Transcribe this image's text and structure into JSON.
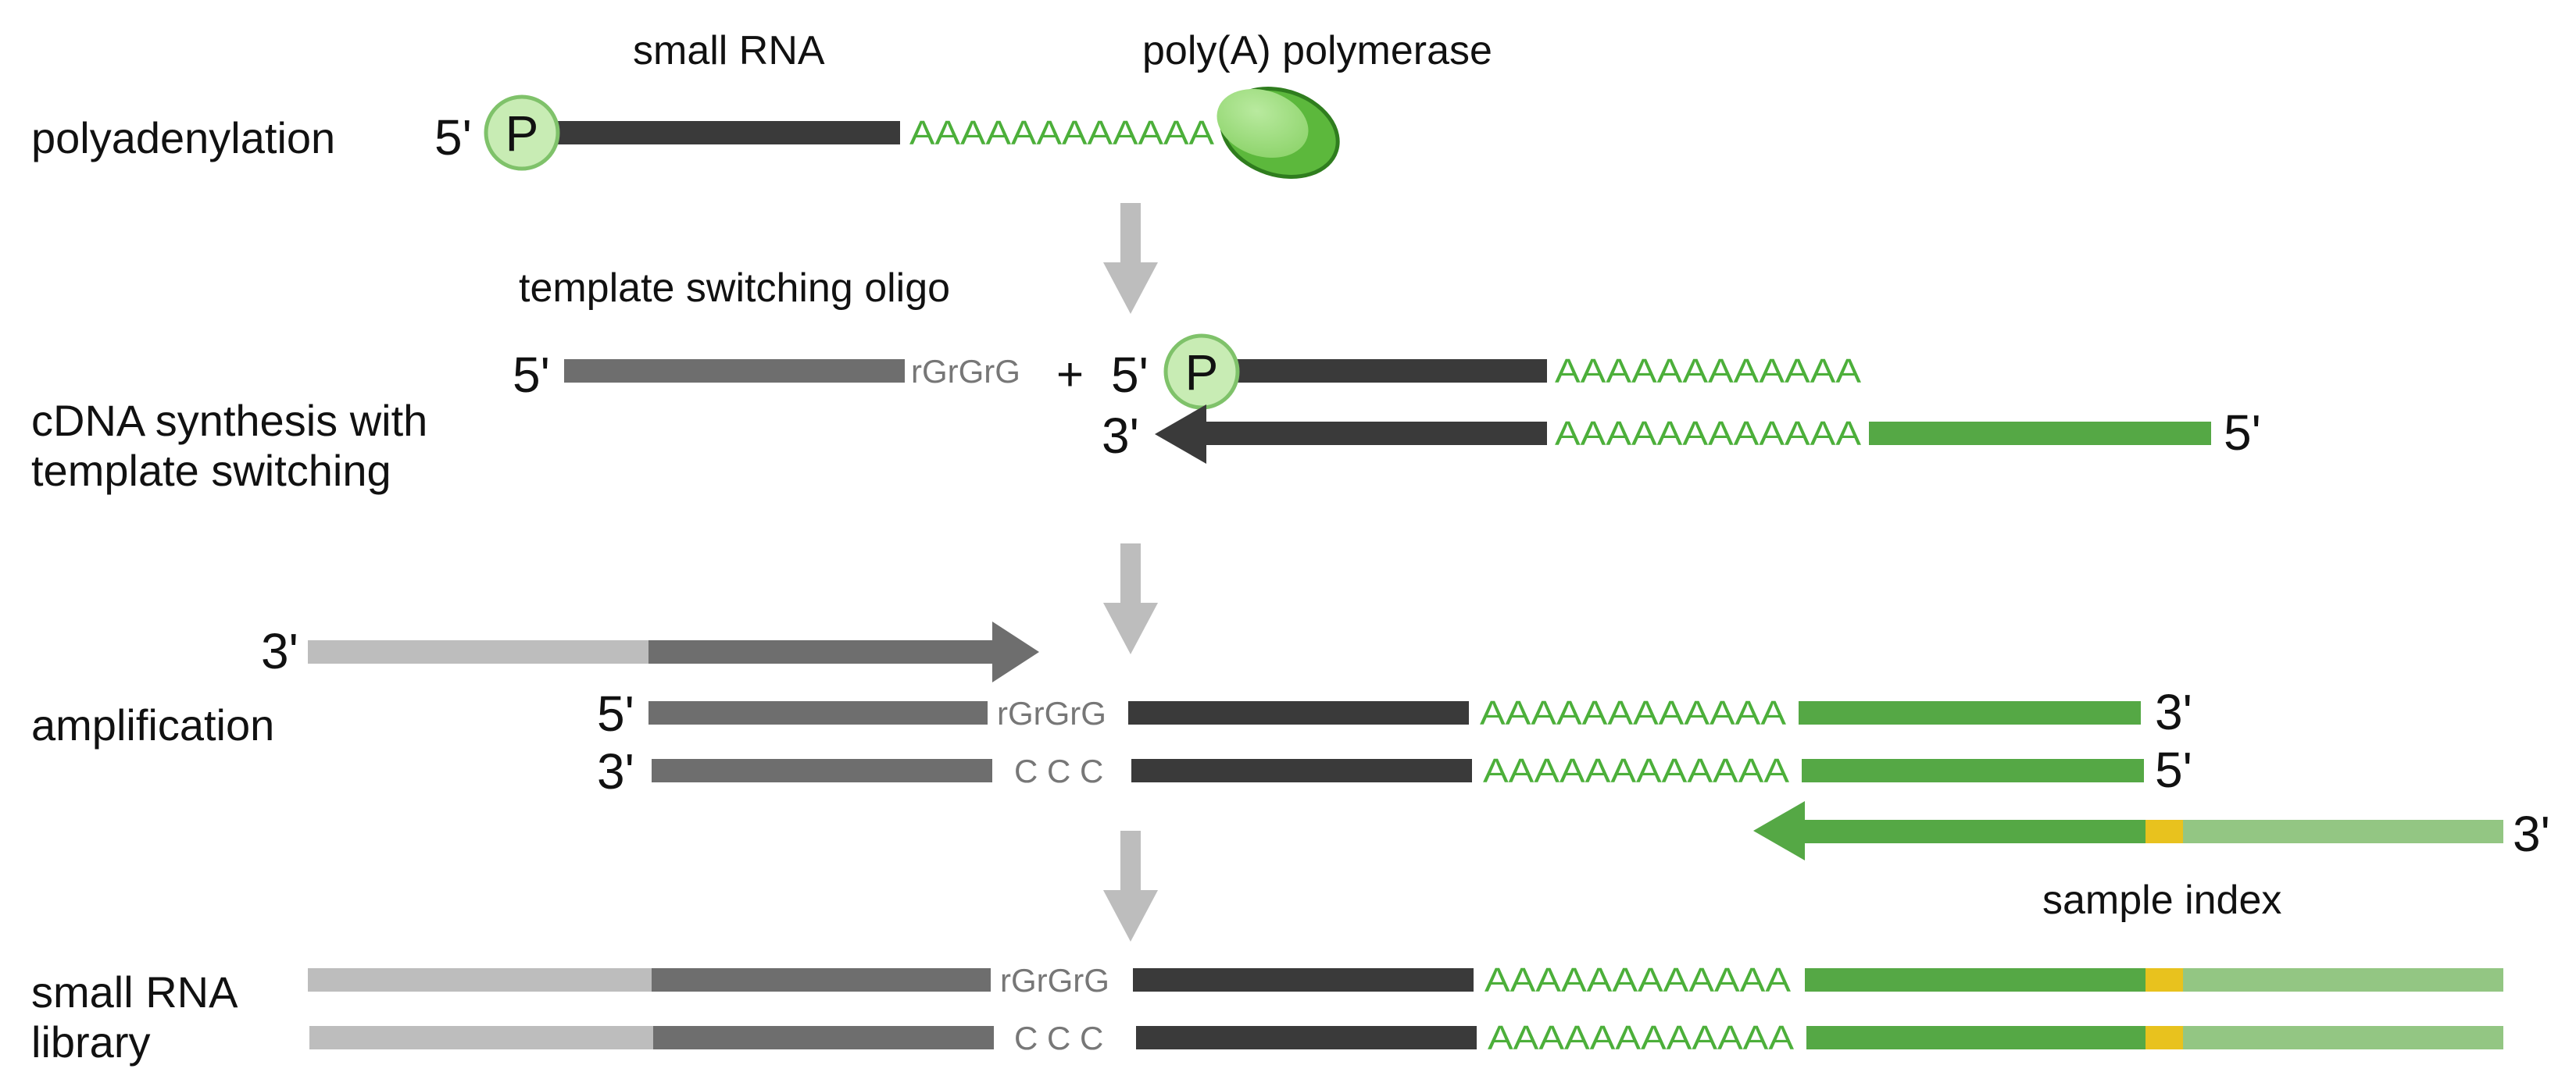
{
  "steps": {
    "polyadenylation": "polyadenylation",
    "cdna_line1": "cDNA synthesis with",
    "cdna_line2": "template switching",
    "amplification": "amplification",
    "library_line1": "small RNA",
    "library_line2": "library"
  },
  "labels": {
    "small_rna": "small RNA",
    "poly_a_polymerase": "poly(A) polymerase",
    "template_switching_oligo": "template switching oligo",
    "sample_index": "sample index"
  },
  "ends": {
    "five_prime": "5'",
    "three_prime": "3'"
  },
  "sequences": {
    "poly_a": "AAAAAAAAAAAA",
    "rgrgrg": "rGrGrG",
    "ccc": "C C C"
  },
  "symbols": {
    "phosphate": "P",
    "plus": "+"
  },
  "colors": {
    "dark_strand": "#3a3a3a",
    "mid_strand": "#6e6e6e",
    "light_strand": "#bdbdbd",
    "green_strand": "#55a845",
    "light_green_strand": "#93c683",
    "index": "#e8c21e",
    "phosphate_fill": "#c8ecb4",
    "enzyme_light": "#a6e08a",
    "enzyme_dark": "#5cb83c",
    "arrow": "#bdbdbd"
  }
}
